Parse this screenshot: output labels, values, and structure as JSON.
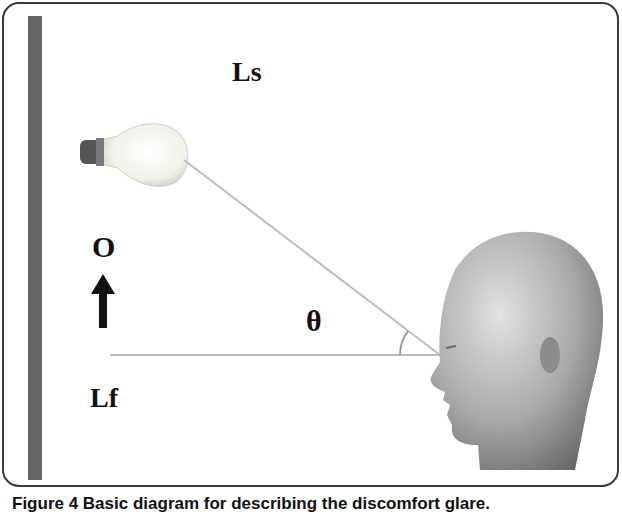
{
  "diagram": {
    "caption": "Figure 4 Basic diagram for describing the discomfort glare.",
    "labels": [
      "Ls",
      "O",
      "θ",
      "Lf"
    ]
  }
}
